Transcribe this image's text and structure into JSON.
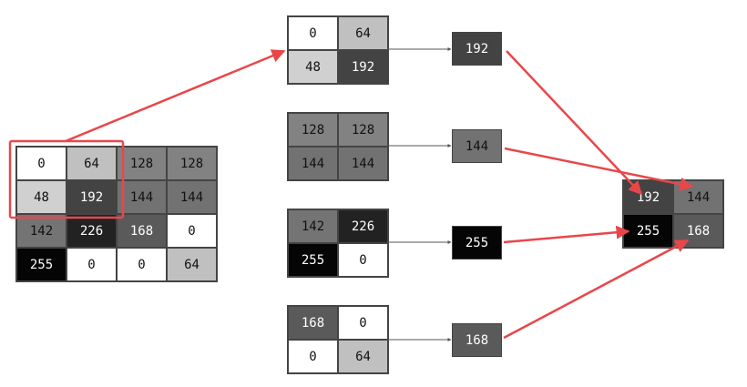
{
  "input_grid": {
    "rows": [
      [
        0,
        64,
        128,
        128
      ],
      [
        48,
        192,
        144,
        144
      ],
      [
        142,
        226,
        168,
        0
      ],
      [
        255,
        0,
        0,
        64
      ]
    ]
  },
  "pool_windows": [
    [
      [
        0,
        64
      ],
      [
        48,
        192
      ]
    ],
    [
      [
        128,
        128
      ],
      [
        144,
        144
      ]
    ],
    [
      [
        142,
        226
      ],
      [
        255,
        0
      ]
    ],
    [
      [
        168,
        0
      ],
      [
        0,
        64
      ]
    ]
  ],
  "max_values": [
    192,
    144,
    255,
    168
  ],
  "output_grid": {
    "rows": [
      [
        192,
        144
      ],
      [
        255,
        168
      ]
    ]
  },
  "colors": {
    "highlight_arrow": "#e8474a",
    "thin_arrow": "#555555",
    "cell_border": "#444444"
  }
}
